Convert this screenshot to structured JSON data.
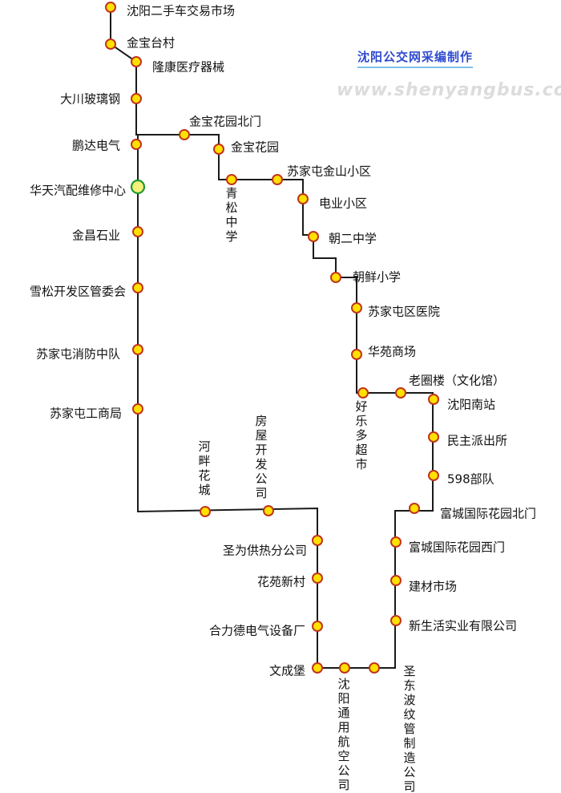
{
  "credit": "沈阳公交网采编制作",
  "watermark": "www.shenyangbus.com",
  "stops": [
    {
      "name": "沈阳二手车交易市场"
    },
    {
      "name": "金宝台村"
    },
    {
      "name": "隆康医疗器械"
    },
    {
      "name": "大川玻璃钢"
    },
    {
      "name": "鹏达电气"
    },
    {
      "name": "华天汽配维修中心",
      "highlight": true
    },
    {
      "name": "金昌石业"
    },
    {
      "name": "雪松开发区管委会"
    },
    {
      "name": "苏家屯消防中队"
    },
    {
      "name": "苏家屯工商局"
    },
    {
      "name": "金宝花园北门"
    },
    {
      "name": "金宝花园"
    },
    {
      "name": "青松中学"
    },
    {
      "name": "苏家屯金山小区"
    },
    {
      "name": "电业小区"
    },
    {
      "name": "朝二中学"
    },
    {
      "name": "朝鲜小学"
    },
    {
      "name": "苏家屯区医院"
    },
    {
      "name": "华苑商场"
    },
    {
      "name": "好乐多超市"
    },
    {
      "name": "老圈楼（文化馆）"
    },
    {
      "name": "沈阳南站"
    },
    {
      "name": "民主派出所"
    },
    {
      "name": "598部队"
    },
    {
      "name": "富城国际花园北门"
    },
    {
      "name": "富城国际花园西门"
    },
    {
      "name": "建材市场"
    },
    {
      "name": "新生活实业有限公司"
    },
    {
      "name": "圣东波纹管制造公司"
    },
    {
      "name": "沈阳通用航空公司"
    },
    {
      "name": "文成堡"
    },
    {
      "name": "合力德电气设备厂"
    },
    {
      "name": "花苑新村"
    },
    {
      "name": "圣为供热分公司"
    },
    {
      "name": "房屋开发公司"
    },
    {
      "name": "河畔花城"
    }
  ]
}
